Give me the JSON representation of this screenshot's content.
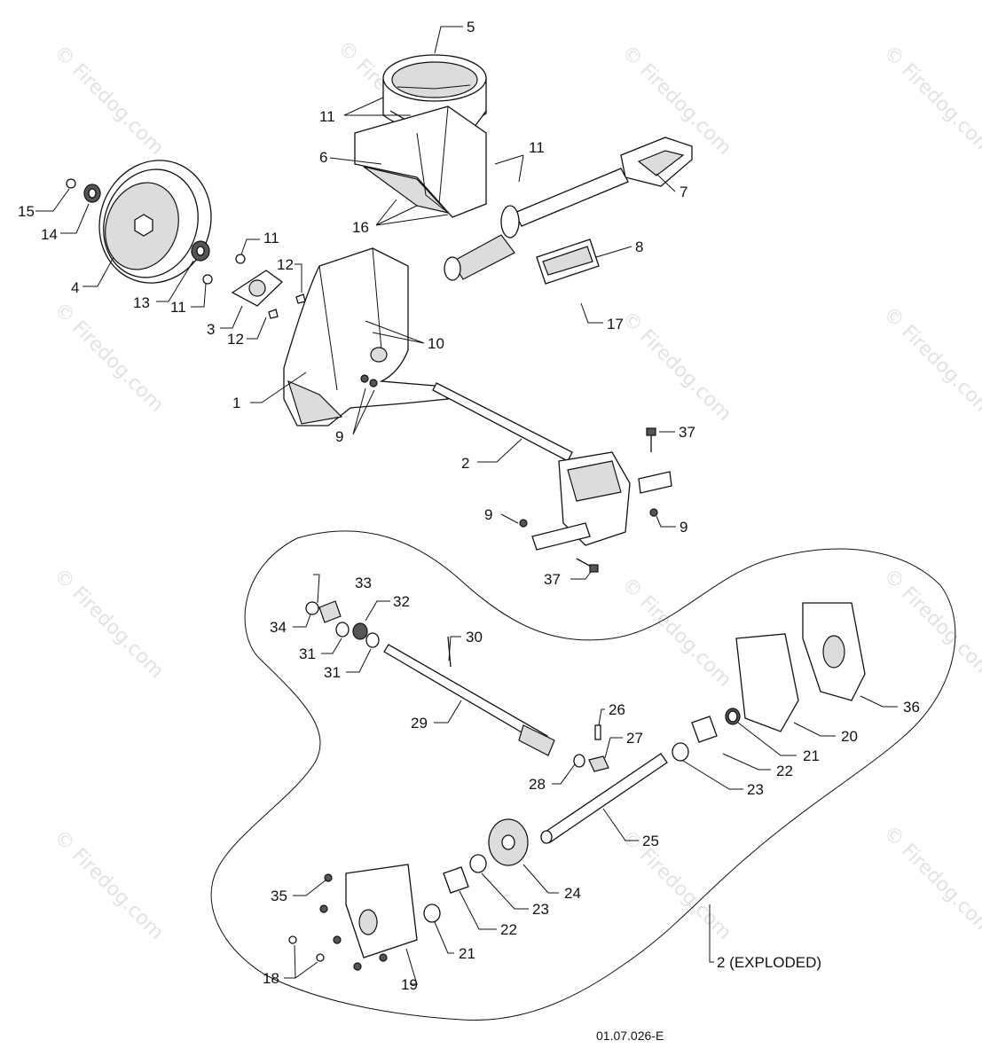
{
  "diagram": {
    "drawing_code": "01.07.026-E",
    "exploded_label": "2 (EXPLODED)",
    "watermark_text": "© Firedog.com",
    "callouts": {
      "c1": "1",
      "c2": "2",
      "c3": "3",
      "c4": "4",
      "c5": "5",
      "c6": "6",
      "c7": "7",
      "c8": "8",
      "c9a": "9",
      "c9b": "9",
      "c9c": "9",
      "c10": "10",
      "c11a": "11",
      "c11b": "11",
      "c11c": "11",
      "c11d": "11",
      "c12a": "12",
      "c12b": "12",
      "c13": "13",
      "c14": "14",
      "c15": "15",
      "c16": "16",
      "c17": "17",
      "c18": "18",
      "c19": "19",
      "c20": "20",
      "c21a": "21",
      "c21b": "21",
      "c22a": "22",
      "c22b": "22",
      "c23a": "23",
      "c23b": "23",
      "c24": "24",
      "c25": "25",
      "c26": "26",
      "c27": "27",
      "c28": "28",
      "c29": "29",
      "c30": "30",
      "c31a": "31",
      "c31b": "31",
      "c32": "32",
      "c33": "33",
      "c34": "34",
      "c35": "35",
      "c36": "36",
      "c37a": "37",
      "c37b": "37"
    }
  }
}
